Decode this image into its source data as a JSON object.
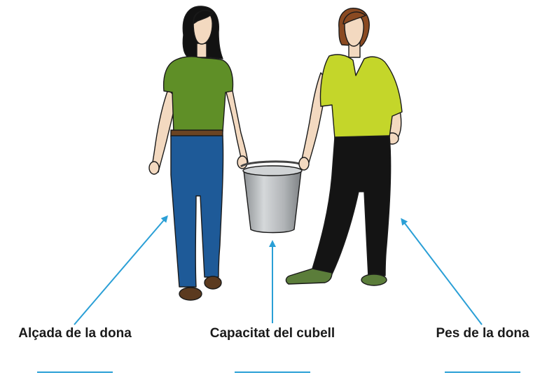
{
  "labels": {
    "height": "Alçada de la dona",
    "capacity": "Capacitat del cubell",
    "weight": "Pes de la dona"
  },
  "colors": {
    "arrow": "#2a9fd6",
    "answer_line": "#2a9fd6",
    "woman1_shirt": "#5f8f27",
    "woman1_jeans": "#1e5a98",
    "woman2_shirt": "#c4d62a",
    "woman2_pants": "#141414",
    "bucket": "#b5b8bb",
    "skin": "#f3d9c0"
  }
}
